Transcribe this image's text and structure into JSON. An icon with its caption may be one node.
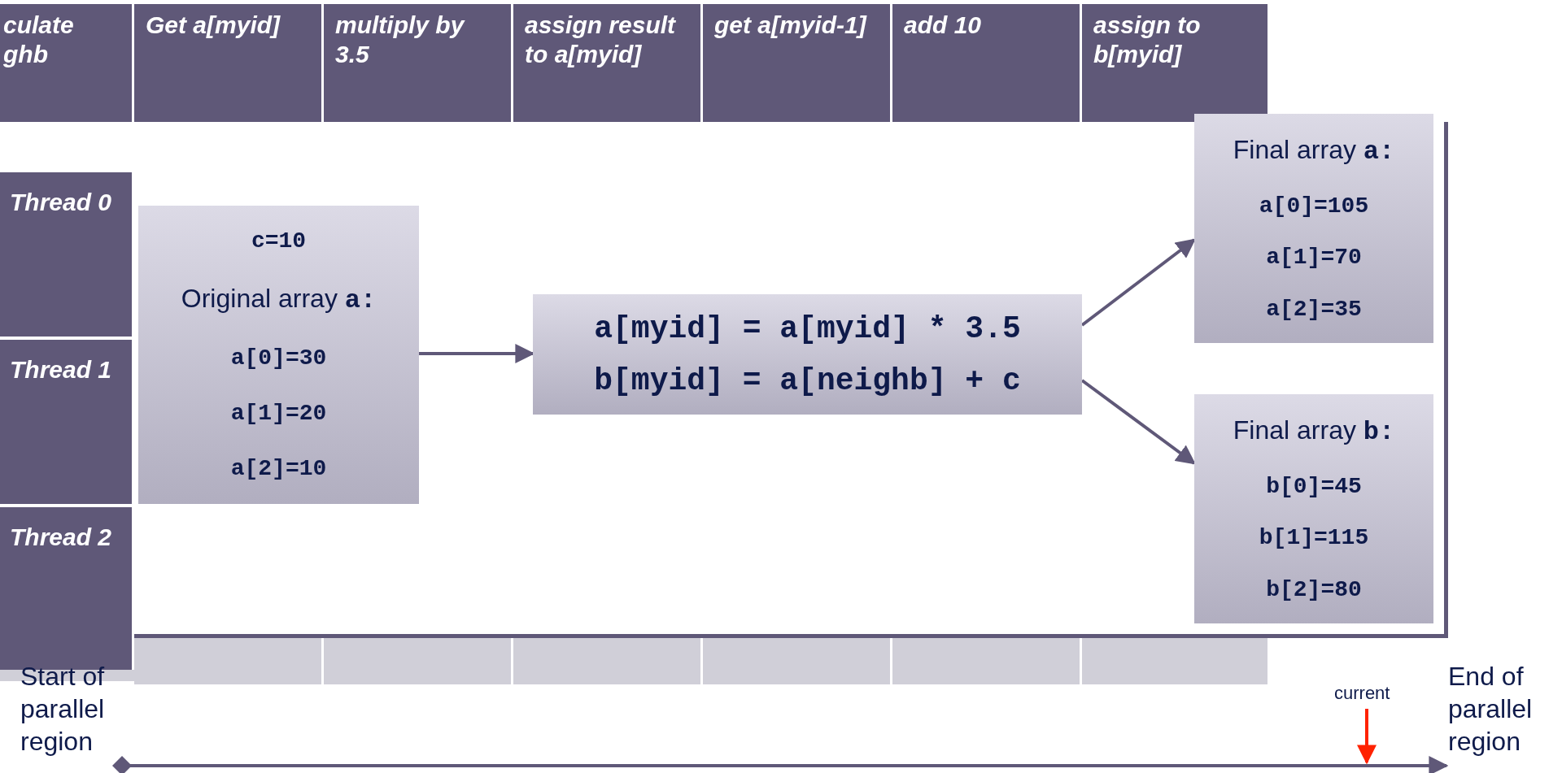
{
  "diagram": {
    "nodes": [
      {
        "text": [
          "c=10",
          "Original array **a:**",
          "a[0]=30",
          "a[1]=20",
          "a[2]=10"
        ]
      },
      {
        "text": [
          "a[myid] = a[myid] * 3.5",
          "b[myid] = a[neighb] + c"
        ]
      },
      {
        "text": [
          "Final array **a:**",
          "a[0]=105",
          "a[1]=70",
          "a[2]=35"
        ]
      },
      {
        "text": [
          "Final array **b:**",
          "b[0]=45",
          "b[1]=115",
          "b[2]=80"
        ]
      },
      {
        "text": [
          "Start of parallel region"
        ]
      },
      {
        "text": [
          "End of parallel region"
        ]
      },
      {
        "text": [
          "current"
        ]
      }
    ],
    "edges": [
      {
        "from": 0,
        "to": 1,
        "arrow": "to"
      },
      {
        "from": 1,
        "to": 2,
        "arrow": "to"
      },
      {
        "from": 1,
        "to": 3,
        "arrow": "to"
      },
      {
        "from": 4,
        "to": 5,
        "arrow": "to"
      },
      {
        "from": 6,
        "to": null,
        "arrow": "to",
        "color": "#ff2200"
      }
    ],
    "labels": [
      "culate ghb",
      "Get a[myid]",
      "multiply by 3.5",
      "assign result to a[myid]",
      "get a[myid-1]",
      "add 10",
      "assign to b[myid]",
      "Thread 0",
      "Thread 1",
      "Thread 2"
    ]
  }
}
